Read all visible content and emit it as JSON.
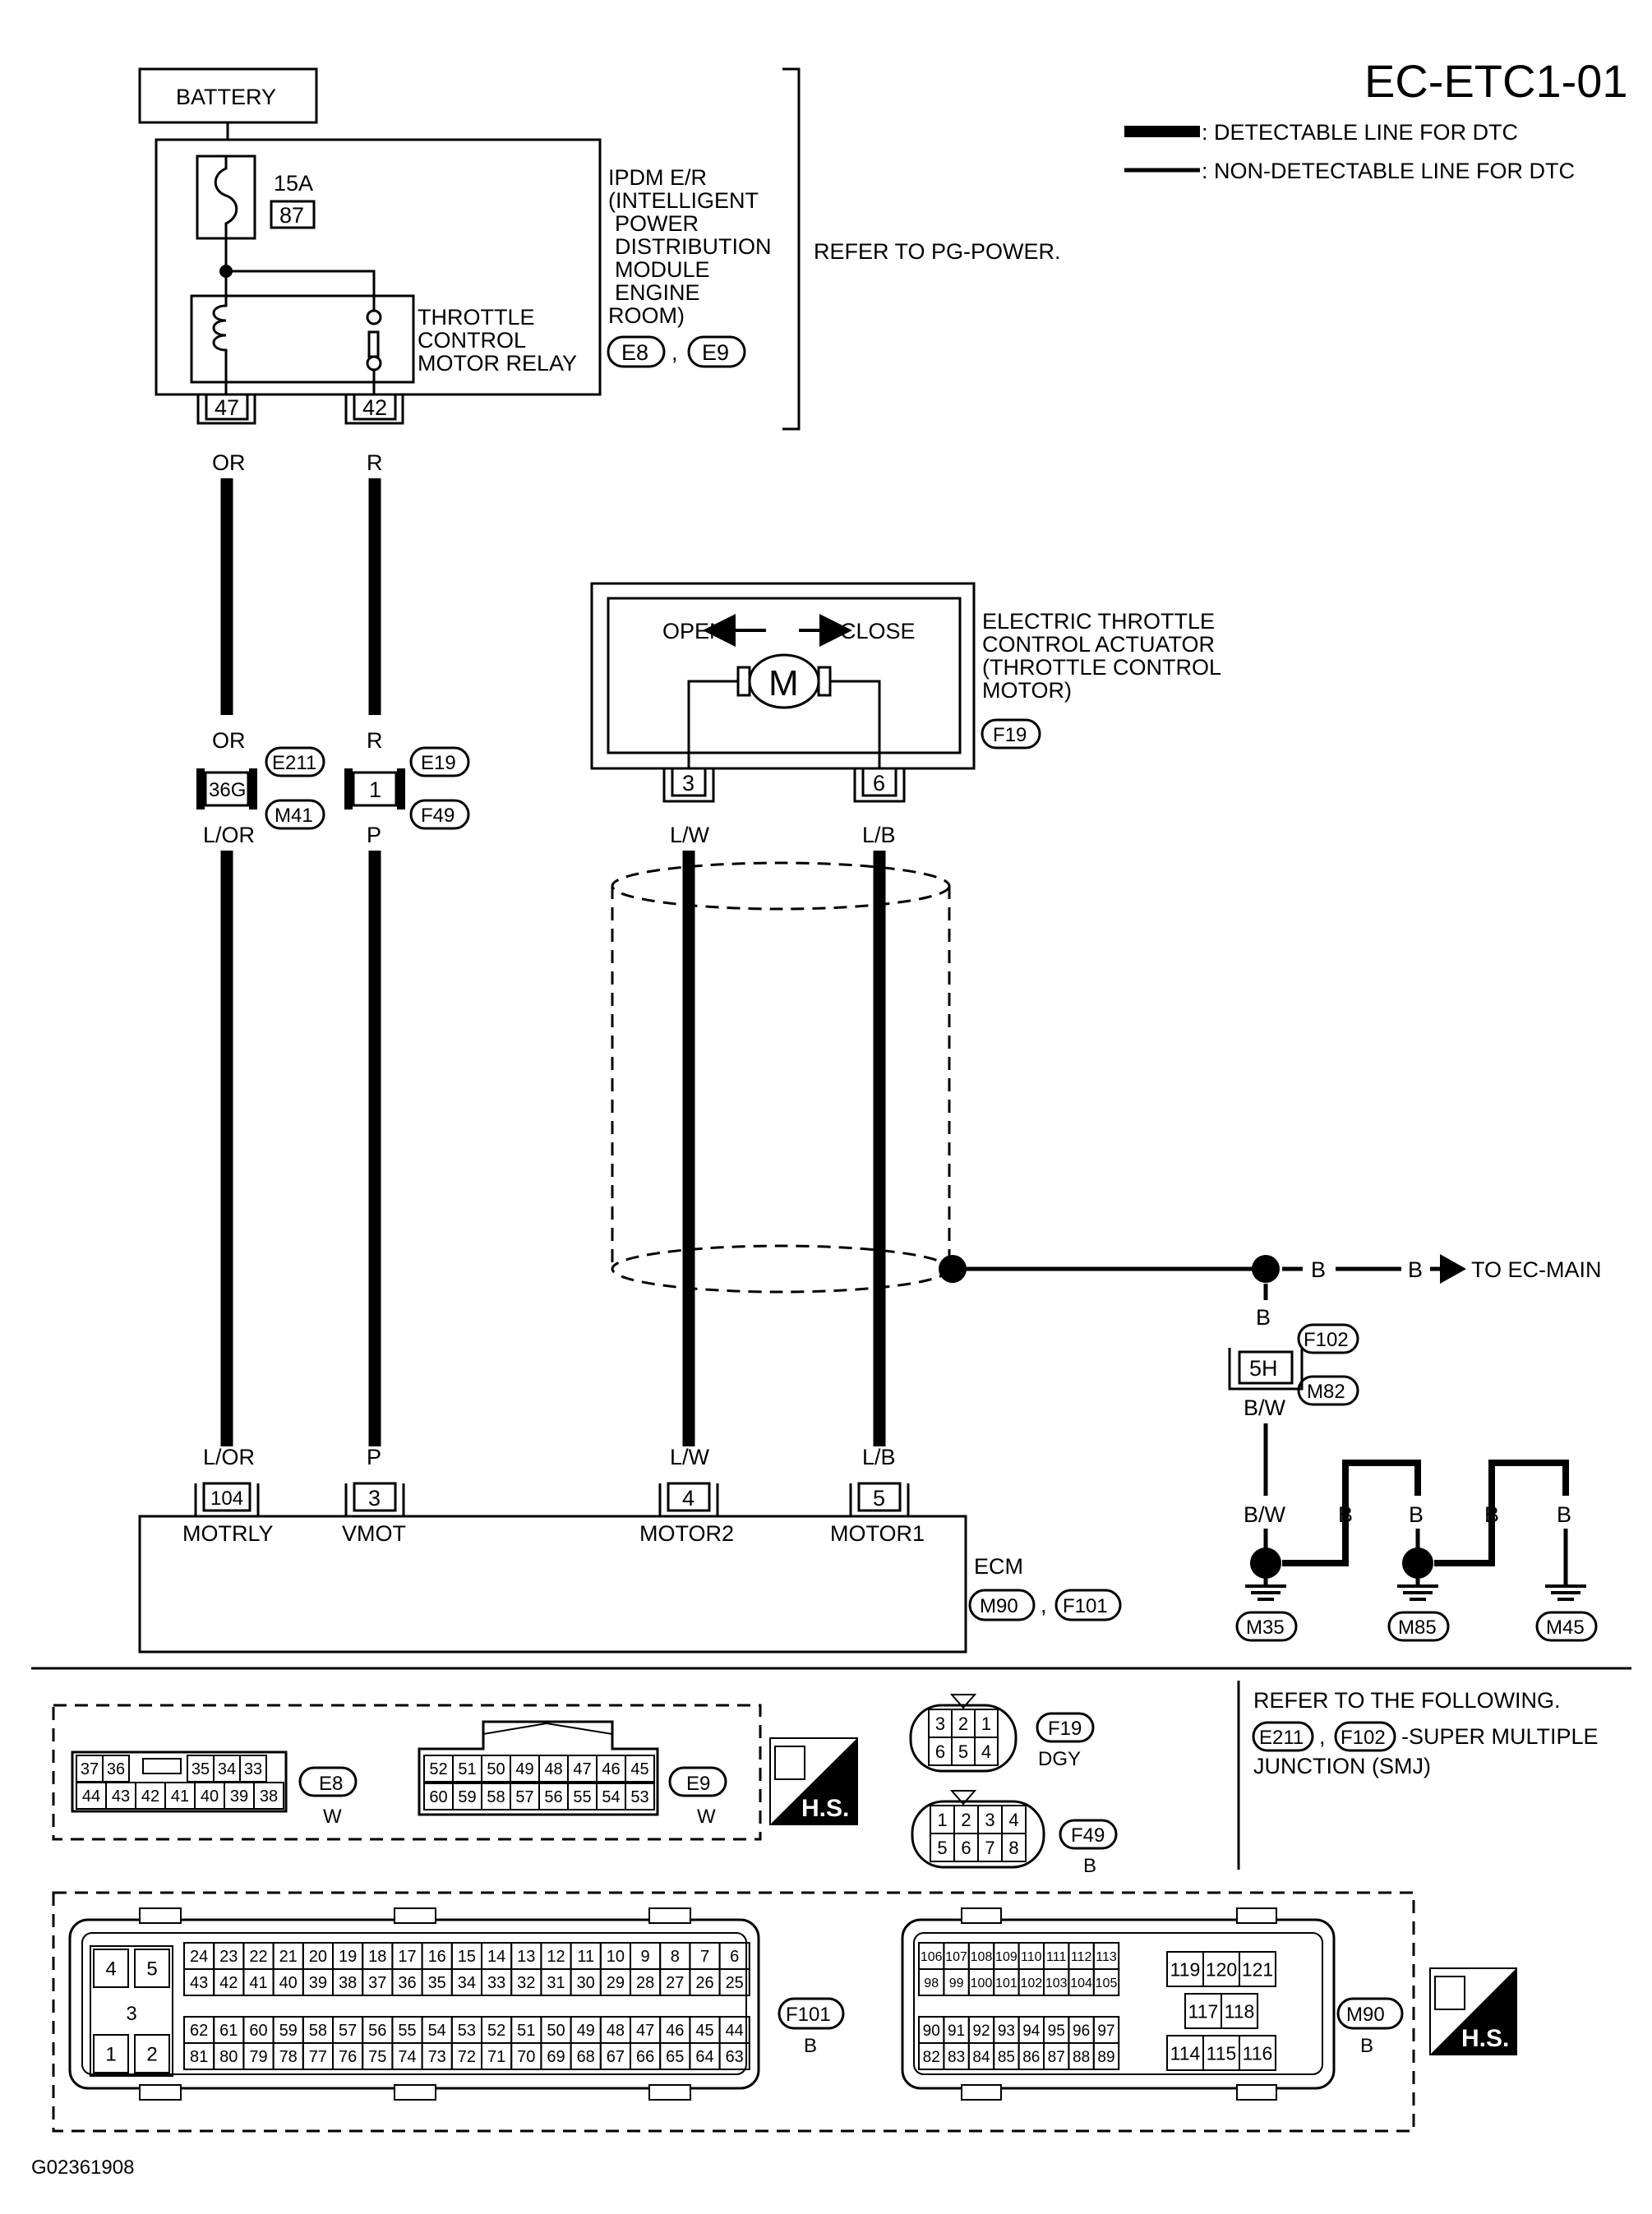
{
  "header": {
    "code": "EC-ETC1-01",
    "legend": [
      {
        "style": "thick",
        "label": ": DETECTABLE LINE FOR DTC"
      },
      {
        "style": "thin",
        "label": ": NON-DETECTABLE LINE FOR DTC"
      }
    ]
  },
  "ipdm": {
    "battery": "BATTERY",
    "fuse_amp": "15A",
    "fuse_no": "87",
    "relay_label": [
      "THROTTLE",
      "CONTROL",
      "MOTOR RELAY"
    ],
    "module_label": [
      "IPDM E/R",
      "(INTELLIGENT",
      "POWER",
      "DISTRIBUTION",
      "MODULE",
      "ENGINE",
      "ROOM)"
    ],
    "connectors": [
      "E8",
      "E9"
    ],
    "comma": ",",
    "refer": "REFER TO PG-POWER."
  },
  "circuits": {
    "relay_pins": [
      "47",
      "42"
    ],
    "wire_or": "OR",
    "wire_r": "R",
    "wire_lor": "L/OR",
    "wire_p": "P",
    "wire_lw": "L/W",
    "wire_lb": "L/B",
    "wire_b": "B",
    "wire_bw": "B/W",
    "joint_pins": [
      "36G",
      "1"
    ],
    "joint_connectors": [
      "E211",
      "M41",
      "E19",
      "F49"
    ],
    "to_main": "TO EC-MAIN",
    "ground_joint_pin": "5H",
    "ground_joint_connectors": [
      "F102",
      "M82"
    ],
    "grounds": [
      "M35",
      "M85",
      "M45"
    ]
  },
  "actuator": {
    "open": "OPEN",
    "close": "CLOSE",
    "motor": "M",
    "label": [
      "ELECTRIC THROTTLE",
      "CONTROL ACTUATOR",
      "(THROTTLE CONTROL",
      " MOTOR)"
    ],
    "connector": "F19",
    "pins": [
      "3",
      "6"
    ]
  },
  "ecm": {
    "name": "ECM",
    "pins": [
      {
        "no": "104",
        "name": "MOTRLY"
      },
      {
        "no": "3",
        "name": "VMOT"
      },
      {
        "no": "4",
        "name": "MOTOR2"
      },
      {
        "no": "5",
        "name": "MOTOR1"
      }
    ],
    "connectors": [
      "M90",
      "F101"
    ]
  },
  "refer_note": {
    "line1": "REFER TO THE FOLLOWING.",
    "suffix": "-SUPER MULTIPLE",
    "line3": "JUNCTION (SMJ)",
    "connectors": [
      "E211",
      "F102"
    ]
  },
  "connector_views": {
    "E8": {
      "label": "E8",
      "color": "W",
      "top": [
        "37",
        "36",
        "",
        "35",
        "34",
        "33"
      ],
      "bottom": [
        "44",
        "43",
        "42",
        "41",
        "40",
        "39",
        "38"
      ]
    },
    "E9": {
      "label": "E9",
      "color": "W",
      "top": [
        "52",
        "51",
        "50",
        "49",
        "48",
        "47",
        "46",
        "45"
      ],
      "bottom": [
        "60",
        "59",
        "58",
        "57",
        "56",
        "55",
        "54",
        "53"
      ]
    },
    "F19": {
      "label": "F19",
      "color": "DGY",
      "top": [
        "3",
        "2",
        "1"
      ],
      "bottom": [
        "6",
        "5",
        "4"
      ]
    },
    "F49": {
      "label": "F49",
      "color": "B",
      "top": [
        "1",
        "2",
        "3",
        "4"
      ],
      "bottom": [
        "5",
        "6",
        "7",
        "8"
      ]
    },
    "F101": {
      "label": "F101",
      "color": "B",
      "left": [
        "4",
        "5",
        "3",
        "1",
        "2"
      ],
      "r1": [
        "24",
        "23",
        "22",
        "21",
        "20",
        "19",
        "18",
        "17",
        "16",
        "15",
        "14",
        "13",
        "12",
        "11",
        "10",
        "9",
        "8",
        "7",
        "6"
      ],
      "r2": [
        "43",
        "42",
        "41",
        "40",
        "39",
        "38",
        "37",
        "36",
        "35",
        "34",
        "33",
        "32",
        "31",
        "30",
        "29",
        "28",
        "27",
        "26",
        "25"
      ],
      "r3": [
        "62",
        "61",
        "60",
        "59",
        "58",
        "57",
        "56",
        "55",
        "54",
        "53",
        "52",
        "51",
        "50",
        "49",
        "48",
        "47",
        "46",
        "45",
        "44"
      ],
      "r4": [
        "81",
        "80",
        "79",
        "78",
        "77",
        "76",
        "75",
        "74",
        "73",
        "72",
        "71",
        "70",
        "69",
        "68",
        "67",
        "66",
        "65",
        "64",
        "63"
      ]
    },
    "M90": {
      "label": "M90",
      "color": "B",
      "r1": [
        "106",
        "107",
        "108",
        "109",
        "110",
        "111",
        "112",
        "113"
      ],
      "r2": [
        "98",
        "99",
        "100",
        "101",
        "102",
        "103",
        "104",
        "105"
      ],
      "r3": [
        "90",
        "91",
        "92",
        "93",
        "94",
        "95",
        "96",
        "97"
      ],
      "r4": [
        "82",
        "83",
        "84",
        "85",
        "86",
        "87",
        "88",
        "89"
      ],
      "right": [
        "119",
        "120",
        "121",
        "117",
        "118",
        "114",
        "115",
        "116"
      ]
    },
    "hs": "H.S."
  },
  "footer": {
    "figure_id": "G02361908"
  }
}
